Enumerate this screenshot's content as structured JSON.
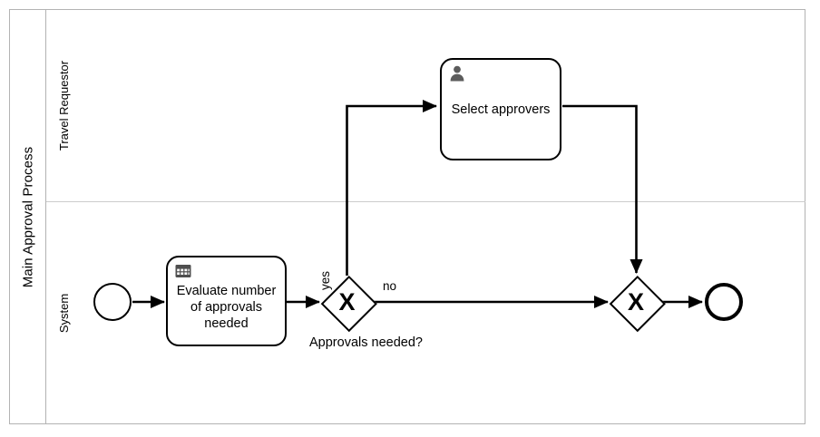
{
  "diagram": {
    "type": "bpmn-process",
    "pool": {
      "name": "Main Approval Process",
      "lanes": [
        {
          "id": "lane-travel-requestor",
          "name": "Travel Requestor"
        },
        {
          "id": "lane-system",
          "name": "System"
        }
      ]
    },
    "nodes": [
      {
        "id": "start-event",
        "type": "start-event",
        "name": "",
        "lane": "lane-system"
      },
      {
        "id": "task-evaluate",
        "type": "business-rule-task",
        "name": "Evaluate number\nof approvals\nneeded",
        "icon": "business-rule-table-icon",
        "lane": "lane-system"
      },
      {
        "id": "gateway-approvals-needed",
        "type": "exclusive-gateway",
        "name": "Approvals needed?",
        "marker": "X",
        "lane": "lane-system"
      },
      {
        "id": "task-select-approvers",
        "type": "user-task",
        "name": "Select approvers",
        "icon": "user-person-icon",
        "lane": "lane-travel-requestor"
      },
      {
        "id": "gateway-merge",
        "type": "exclusive-gateway",
        "name": "",
        "marker": "X",
        "lane": "lane-system"
      },
      {
        "id": "end-event",
        "type": "end-event",
        "name": "",
        "lane": "lane-system"
      }
    ],
    "flows": [
      {
        "id": "flow-start-to-evaluate",
        "from": "start-event",
        "to": "task-evaluate",
        "label": ""
      },
      {
        "id": "flow-evaluate-to-gateway",
        "from": "task-evaluate",
        "to": "gateway-approvals-needed",
        "label": ""
      },
      {
        "id": "flow-yes",
        "from": "gateway-approvals-needed",
        "to": "task-select-approvers",
        "label": "yes"
      },
      {
        "id": "flow-no",
        "from": "gateway-approvals-needed",
        "to": "gateway-merge",
        "label": "no"
      },
      {
        "id": "flow-select-to-merge",
        "from": "task-select-approvers",
        "to": "gateway-merge",
        "label": ""
      },
      {
        "id": "flow-merge-to-end",
        "from": "gateway-merge",
        "to": "end-event",
        "label": ""
      }
    ],
    "colors": {
      "stroke": "#000000",
      "pool_border": "#b3b3b3",
      "lane_divider": "#cccccc",
      "icon_fill": "#5c5c5c",
      "background": "#ffffff"
    }
  }
}
